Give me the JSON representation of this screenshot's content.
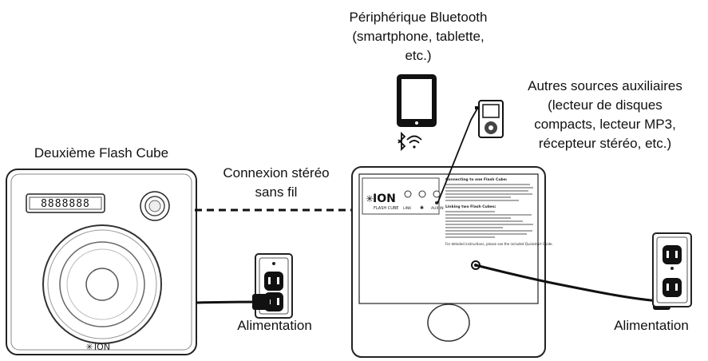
{
  "labels": {
    "bluetooth_device_line1": "Périphérique Bluetooth",
    "bluetooth_device_line2": "(smartphone, tablette,",
    "bluetooth_device_line3": "etc.)",
    "aux_line1": "Autres sources auxiliaires",
    "aux_line2": "(lecteur de disques",
    "aux_line3": "compacts, lecteur MP3,",
    "aux_line4": "récepteur stéréo, etc.)",
    "second_cube": "Deuxième Flash Cube",
    "stereo_line1": "Connexion stéréo",
    "stereo_line2": "sans fil",
    "power_left": "Alimentation",
    "power_right": "Alimentation"
  },
  "devices": {
    "brand_logo": "ION",
    "model_name": "FLASH CUBE",
    "panel_link": "LINK",
    "panel_aux": "AUX IN",
    "display_text": "8888888"
  },
  "instructions": {
    "heading1": "Connecting to one Flash Cube:",
    "heading2": "Linking two Flash Cubes:",
    "footer": "For detailed instructions, please see the included Quickstart Guide."
  },
  "icons": [
    "bluetooth-icon",
    "wifi-icon",
    "tablet-icon",
    "mp3-player-icon",
    "power-outlet-icon",
    "plug-icon"
  ]
}
